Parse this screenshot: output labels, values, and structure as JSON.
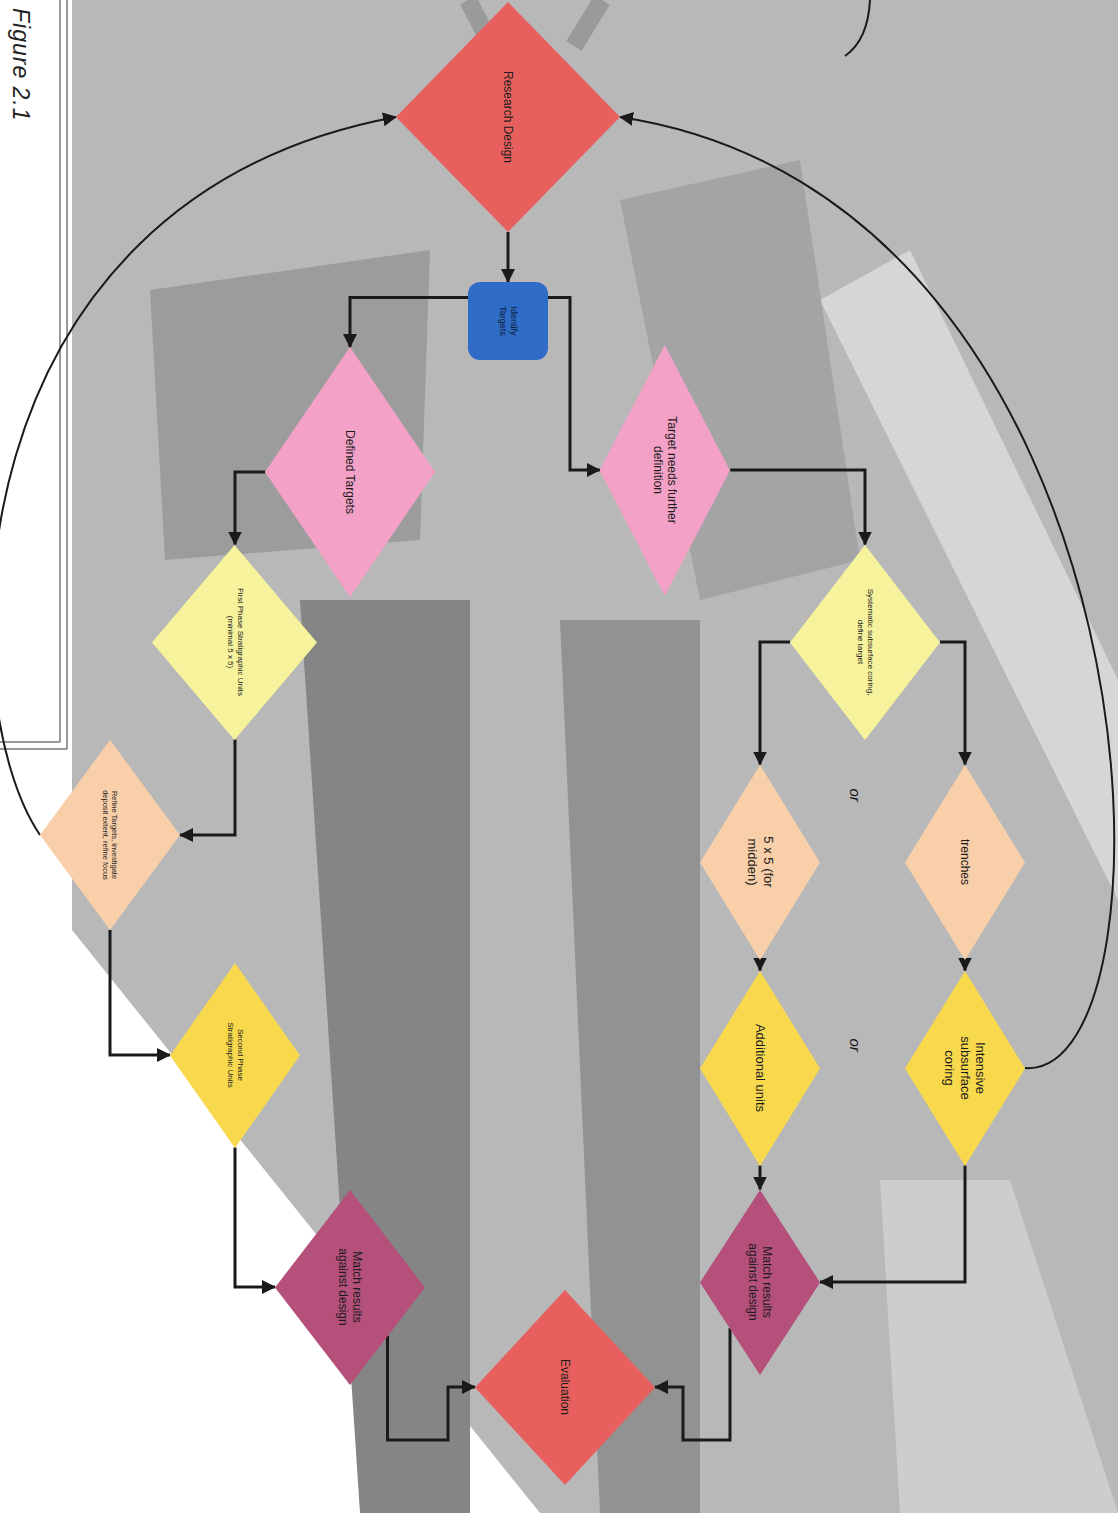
{
  "diagram": {
    "caption": "Figure 2.1",
    "nodes": [
      {
        "text": [
          "Research Design"
        ]
      },
      {
        "text": [
          "Identify Targets"
        ]
      },
      {
        "text": [
          "Target needs further definition"
        ]
      },
      {
        "text": [
          "Defined Targets"
        ]
      },
      {
        "text": [
          "Systematic subsurface coring, define target"
        ]
      },
      {
        "text": [
          "First Phase Stratigraphic Units (minimal 5 x 5)"
        ]
      },
      {
        "text": [
          "trenches"
        ]
      },
      {
        "text": [
          "5 x 5 (for midden)"
        ]
      },
      {
        "text": [
          "Refine Targets, investigate deposit extent, refine focus"
        ]
      },
      {
        "text": [
          "Intensive subsurface coring"
        ]
      },
      {
        "text": [
          "Additional units"
        ]
      },
      {
        "text": [
          "Second Phase Stratigraphic Units"
        ]
      },
      {
        "text": [
          "Match results against design"
        ]
      },
      {
        "text": [
          "Match results against design"
        ]
      },
      {
        "text": [
          "Evaluation"
        ]
      }
    ],
    "edges": [
      {
        "from": 0,
        "to": 1,
        "arrow": "to"
      },
      {
        "from": 1,
        "to": 2,
        "arrow": "to"
      },
      {
        "from": 1,
        "to": 3,
        "arrow": "to"
      },
      {
        "from": 2,
        "to": 4,
        "arrow": "to"
      },
      {
        "from": 3,
        "to": 5,
        "arrow": "to"
      },
      {
        "from": 4,
        "to": 6,
        "arrow": "to"
      },
      {
        "from": 4,
        "to": 7,
        "arrow": "to"
      },
      {
        "from": 6,
        "to": 9,
        "arrow": "to"
      },
      {
        "from": 7,
        "to": 10,
        "arrow": "to"
      },
      {
        "from": 9,
        "to": 12,
        "arrow": "to"
      },
      {
        "from": 10,
        "to": 12,
        "arrow": "to"
      },
      {
        "from": 9,
        "to": 0,
        "arrow": "to"
      },
      {
        "from": 5,
        "to": 8,
        "arrow": "to"
      },
      {
        "from": 8,
        "to": 0,
        "arrow": "to"
      },
      {
        "from": 8,
        "to": 11,
        "arrow": "to"
      },
      {
        "from": 11,
        "to": 13,
        "arrow": "to"
      },
      {
        "from": 12,
        "to": 14,
        "arrow": "to"
      },
      {
        "from": 13,
        "to": 14,
        "arrow": "to"
      }
    ],
    "labels": [
      "or",
      "or"
    ]
  }
}
